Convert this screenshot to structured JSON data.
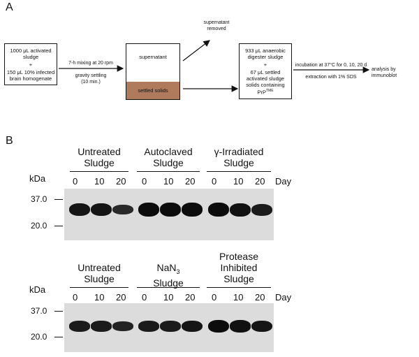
{
  "panelA": {
    "letter": "A",
    "box1": {
      "line1": "1000 μL activated",
      "line2": "sludge",
      "plus": "+",
      "line3": "150 μL 10% infected",
      "line4": "brain homogenate"
    },
    "step1": {
      "top": "7-h mixing at 20 rpm",
      "bottom1": "gravity settling",
      "bottom2": "(10 min.)"
    },
    "tube": {
      "supernatant": "supernatant",
      "solids": "settled solids",
      "solids_color": "#b07a5c"
    },
    "removed": {
      "line1": "supernatant",
      "line2": "removed"
    },
    "box2": {
      "line1": "933 μL anaerobic",
      "line2": "digester sludge",
      "plus": "+",
      "line3": "67 μL settled",
      "line4": "activated sludge",
      "line5": "solids containing",
      "line6": "PrP",
      "sup": "TME"
    },
    "step2": {
      "top": "incubation at 37°C for 0, 10, 20 d",
      "bottom": "extraction with 1% SDS"
    },
    "result": {
      "line1": "analysis by",
      "line2": "immunoblot"
    }
  },
  "panelB": {
    "letter": "B",
    "blot1": {
      "groups": [
        {
          "line1": "Untreated",
          "line2": "Sludge"
        },
        {
          "line1": "Autoclaved",
          "line2": "Sludge"
        },
        {
          "line1": "γ-Irradiated",
          "line2": "Sludge"
        }
      ],
      "days": [
        "0",
        "10",
        "20",
        "0",
        "10",
        "20",
        "0",
        "10",
        "20"
      ],
      "day_label": "Day",
      "kda": "kDa",
      "markers": [
        "37.0",
        "20.0"
      ],
      "band_intensity": [
        0.9,
        0.9,
        0.7,
        1.0,
        1.0,
        1.0,
        1.0,
        0.95,
        0.85
      ]
    },
    "blot2": {
      "groups": [
        {
          "line1": "Untreated",
          "line2": "Sludge"
        },
        {
          "line1": "NaN",
          "sub": "3",
          "line2": "Sludge"
        },
        {
          "line1": "Protease",
          "line1b": "Inhibited",
          "line2": "Sludge"
        }
      ],
      "days": [
        "0",
        "10",
        "20",
        "0",
        "10",
        "20",
        "0",
        "10",
        "20"
      ],
      "day_label": "Day",
      "kda": "kDa",
      "markers": [
        "37.0",
        "20.0"
      ],
      "band_intensity": [
        0.85,
        0.85,
        0.75,
        0.85,
        0.85,
        0.9,
        1.0,
        0.95,
        0.9
      ]
    }
  }
}
